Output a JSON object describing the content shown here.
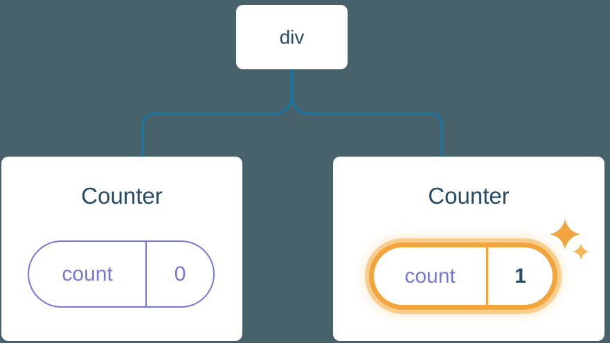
{
  "tree": {
    "root_label": "div",
    "nodes": [
      {
        "title": "Counter",
        "state_key": "count",
        "state_value": "0",
        "highlighted": false
      },
      {
        "title": "Counter",
        "state_key": "count",
        "state_value": "1",
        "highlighted": true
      }
    ]
  },
  "icons": {
    "sparkle": "✦"
  },
  "colors": {
    "background": "#48626c",
    "card_bg": "#ffffff",
    "heading_text": "#254b66",
    "connector_stroke": "#1476a6",
    "pill_border": "#7478d6",
    "pill_text": "#7478d6",
    "highlight_border": "#f3a43c",
    "highlight_glow": "#f7c880",
    "highlight_value_text": "#254b66",
    "sparkle_color": "#f2a53e"
  }
}
